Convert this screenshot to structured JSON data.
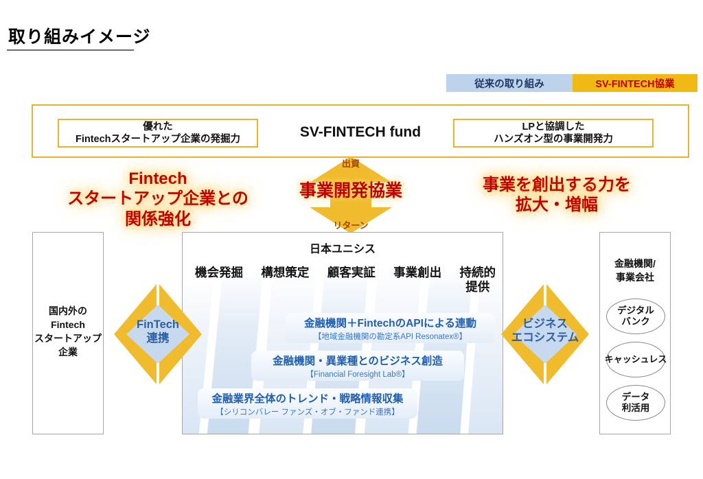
{
  "page": {
    "title": "取り組みイメージ"
  },
  "legend": {
    "items": [
      {
        "label": "従来の取り組み",
        "bg": "#bdd3ec",
        "fg": "#1f3864",
        "name": "legend-conventional"
      },
      {
        "label": "SV-FINTECH協業",
        "bg": "#f1b913",
        "fg": "#c00000",
        "name": "legend-sv-fintech"
      }
    ]
  },
  "fund_banner": {
    "title": "SV-FINTECH fund",
    "left_box": {
      "line1": "優れた",
      "line2": "Fintechスタートアップ企業の発掘力"
    },
    "right_box": {
      "line1": "LPと協調した",
      "line2": "ハンズオン型の事業開発力"
    }
  },
  "center_arrow": {
    "up_label": "出資",
    "down_label": "リターン",
    "overlay_text": "事業開発協業",
    "color": "#f0bb2c"
  },
  "headlines": {
    "left": {
      "line1": "Fintech",
      "line2": "スタートアップ企業との",
      "line3": "関係強化"
    },
    "right": {
      "line1": "事業を創出する力を",
      "line2": "拡大・増幅"
    },
    "color": "#c00000"
  },
  "left_panel": {
    "line1": "国内外の",
    "line2": "Fintech",
    "line3": "スタートアップ",
    "line4": "企業"
  },
  "right_panel": {
    "header_line1": "金融機関/",
    "header_line2": "事業会社",
    "ovals": [
      {
        "line1": "デジタル",
        "line2": "バンク"
      },
      {
        "line1": "キャッシュレス",
        "line2": ""
      },
      {
        "line1": "データ",
        "line2": "利活用"
      }
    ]
  },
  "center_panel": {
    "title": "日本ユニシス",
    "stages": [
      {
        "line1": "機会発掘",
        "line2": ""
      },
      {
        "line1": "構想策定",
        "line2": ""
      },
      {
        "line1": "顧客実証",
        "line2": ""
      },
      {
        "line1": "事業創出",
        "line2": ""
      },
      {
        "line1": "持続的",
        "line2": "提供"
      }
    ],
    "bands": [
      {
        "title": "金融機関＋FintechのAPIによる連動",
        "sub": "【地域金融機関の勘定系API Resonatex®】"
      },
      {
        "title": "金融機関・異業種とのビジネス創造",
        "sub": "【Financial Foresight Lab®】"
      },
      {
        "title": "金融業界全体のトレンド・戦略情報収集",
        "sub": "【シリコンバレー ファンズ・オブ・ファンド連携】"
      }
    ]
  },
  "side_arrows": {
    "left": {
      "line1": "FinTech",
      "line2": "連携"
    },
    "right": {
      "line1": "ビジネス",
      "line2": "エコシステム"
    },
    "arrow_color": "#f0bb2c",
    "diamond_color": "#c6d9ee"
  }
}
